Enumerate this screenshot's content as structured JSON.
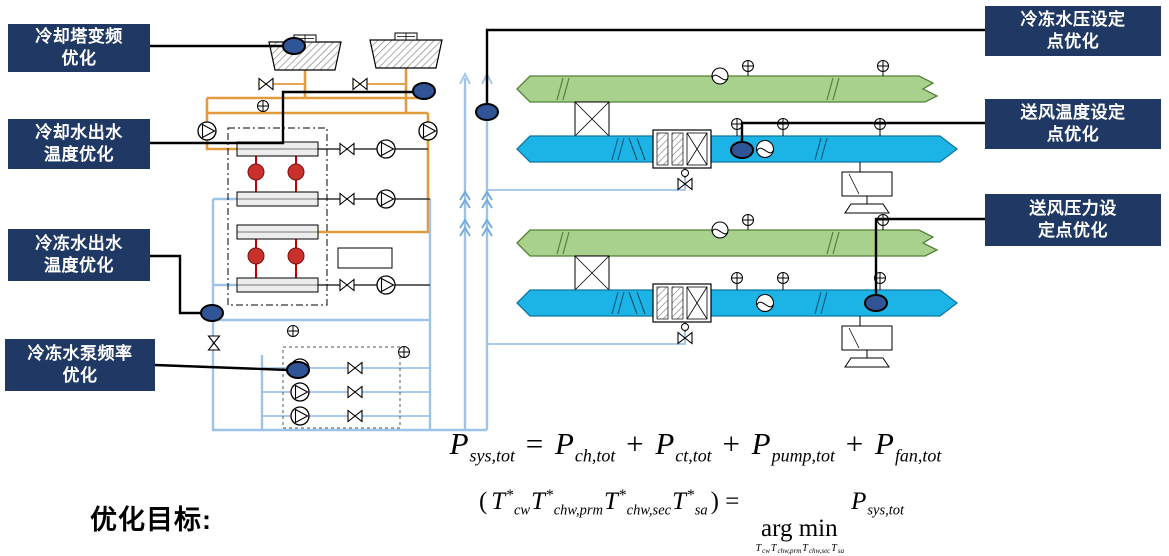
{
  "callouts": {
    "left": [
      {
        "id": "cooling-tower-vfd",
        "label": "冷却塔变频\n优化"
      },
      {
        "id": "condenser-water-temp",
        "label": "冷却水出水\n温度优化"
      },
      {
        "id": "chilled-water-temp",
        "label": "冷冻水出水\n温度优化"
      },
      {
        "id": "chw-pump-frequency",
        "label": "冷冻水泵频率\n优化"
      }
    ],
    "right": [
      {
        "id": "chw-pressure-setpoint",
        "label": "冷冻水压设定\n点优化"
      },
      {
        "id": "supply-air-temp-setpoint",
        "label": "送风温度设定\n点优化"
      },
      {
        "id": "supply-air-pressure-setpoint",
        "label": "送风压力设\n定点优化"
      }
    ]
  },
  "objective": {
    "label": "优化目标:"
  },
  "equations": {
    "line1": [
      {
        "t": "P",
        "s": "var"
      },
      {
        "t": "sys,tot",
        "s": "sub"
      },
      {
        "t": " = ",
        "s": "op"
      },
      {
        "t": "P",
        "s": "var"
      },
      {
        "t": "ch,tot",
        "s": "sub"
      },
      {
        "t": " + ",
        "s": "op"
      },
      {
        "t": "P",
        "s": "var"
      },
      {
        "t": "ct,tot",
        "s": "sub"
      },
      {
        "t": " + ",
        "s": "op"
      },
      {
        "t": "P",
        "s": "var"
      },
      {
        "t": "pump,tot",
        "s": "sub"
      },
      {
        "t": " + ",
        "s": "op"
      },
      {
        "t": "P",
        "s": "var"
      },
      {
        "t": "fan,tot",
        "s": "sub"
      }
    ],
    "line2": [
      {
        "t": "(",
        "s": "op"
      },
      {
        "t": "T",
        "s": "var"
      },
      {
        "t": "*",
        "s": "sup"
      },
      {
        "t": "cw",
        "s": "sub"
      },
      {
        "t": "T",
        "s": "var"
      },
      {
        "t": "*",
        "s": "sup"
      },
      {
        "t": "chw,prm",
        "s": "sub"
      },
      {
        "t": "T",
        "s": "var"
      },
      {
        "t": "*",
        "s": "sup"
      },
      {
        "t": "chw,sec",
        "s": "sub"
      },
      {
        "t": "T",
        "s": "var"
      },
      {
        "t": "*",
        "s": "sup"
      },
      {
        "t": "sa",
        "s": "sub"
      },
      {
        "t": ") = ",
        "s": "op"
      },
      {
        "t": "arg min",
        "s": "stack",
        "under": [
          {
            "t": "T",
            "s": "var"
          },
          {
            "t": "cw",
            "s": "sub"
          },
          {
            "t": "T",
            "s": "var"
          },
          {
            "t": "chw,prm",
            "s": "sub"
          },
          {
            "t": "T",
            "s": "var"
          },
          {
            "t": "chw,sec",
            "s": "sub"
          },
          {
            "t": "T",
            "s": "var"
          },
          {
            "t": "sa",
            "s": "sub"
          }
        ]
      },
      {
        "t": "P",
        "s": "var"
      },
      {
        "t": "sys,tot",
        "s": "sub"
      }
    ]
  },
  "colors": {
    "callout_bg": "#1F3864",
    "callout_text": "#FFFFFF",
    "condenser_pipe_orange": "#E19A3C",
    "chilled_pipe_blue": "#9DC3E6",
    "return_duct_green": "#A9D18E",
    "supply_duct_cyan": "#1CB4E6",
    "chiller_red": "#C00000",
    "sensor_marker_blue": "#2F5597"
  }
}
